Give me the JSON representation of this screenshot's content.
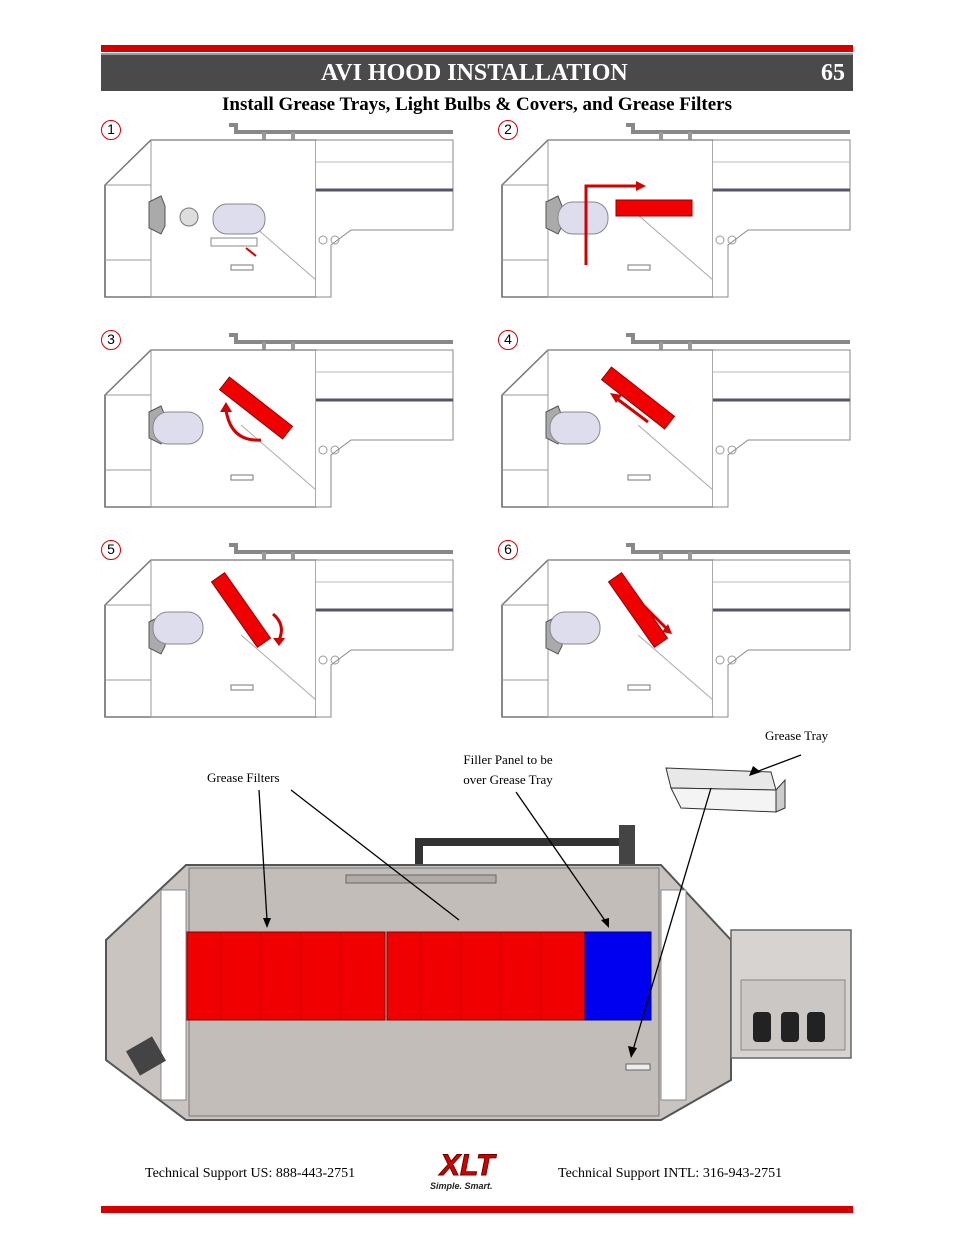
{
  "header": {
    "title": "AVI HOOD INSTALLATION",
    "page_number": "65"
  },
  "subtitle": "Install Grease Trays, Light Bulbs & Covers, and Grease Filters",
  "steps": [
    {
      "number": "1"
    },
    {
      "number": "2"
    },
    {
      "number": "3"
    },
    {
      "number": "4"
    },
    {
      "number": "5"
    },
    {
      "number": "6"
    }
  ],
  "callouts": {
    "grease_tray": "Grease Tray",
    "filler_panel_line1": "Filler Panel to be",
    "filler_panel_line2": "over Grease Tray",
    "grease_filters": "Grease Filters"
  },
  "footer": {
    "support_us": "Technical Support  US:  888-443-2751",
    "support_intl": "Technical Support  INTL:  316-943-2751",
    "logo_text": "XLT",
    "logo_tagline": "Simple. Smart."
  },
  "colors": {
    "accent_red": "#d40000",
    "header_bg": "#4a4a4a",
    "filter_red": "#f00000",
    "filler_blue": "#0000f0"
  }
}
